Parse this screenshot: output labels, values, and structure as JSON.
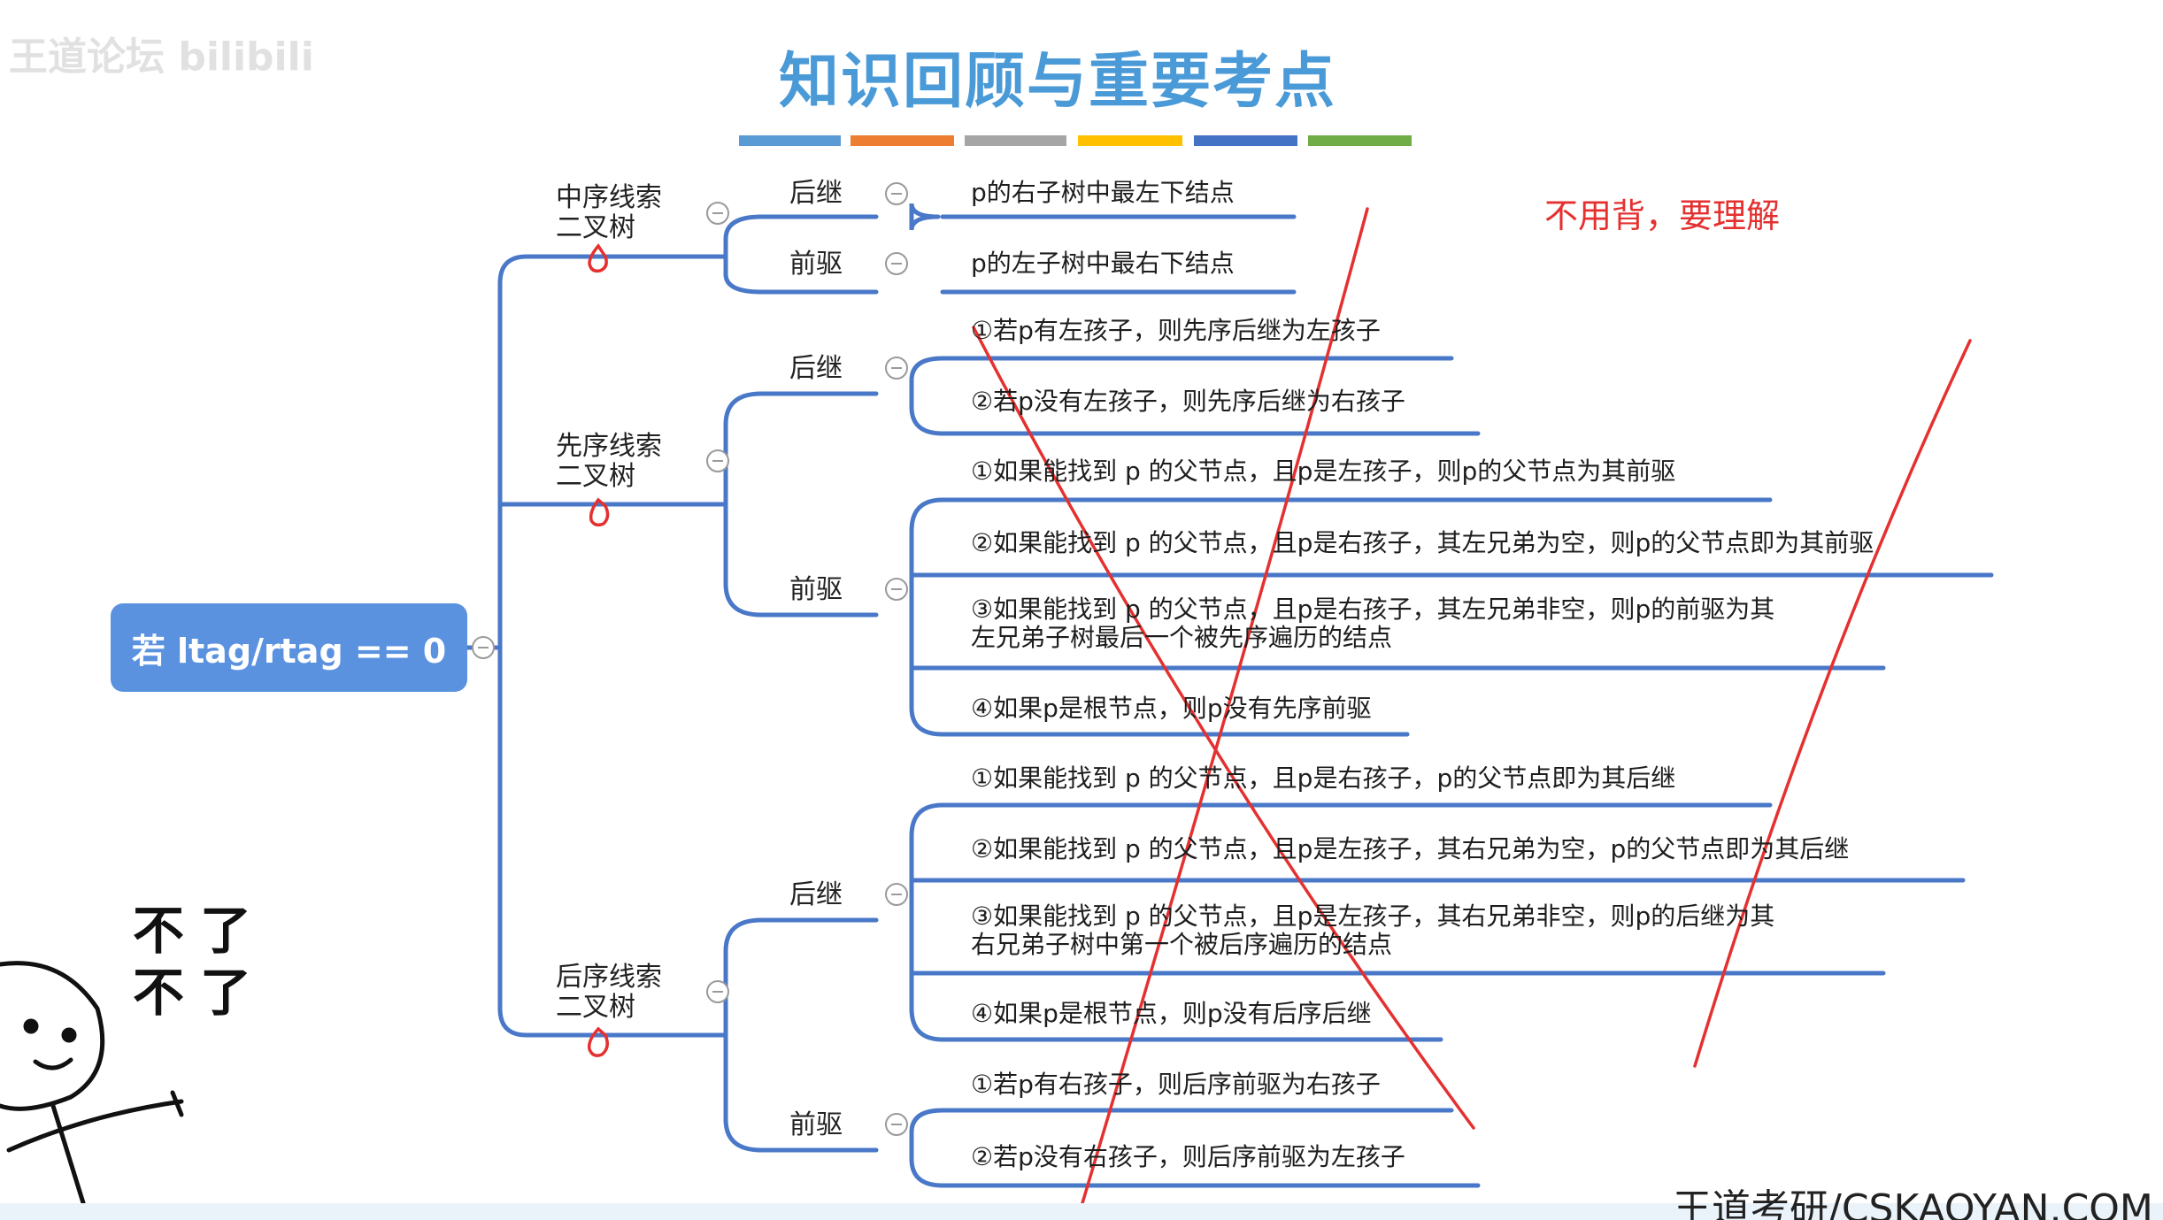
{
  "watermark": "王道论坛 bilibili",
  "title": "知识回顾与重要考点",
  "colors": {
    "title": "#4a9ad8",
    "root_bg": "#5b92e0",
    "branch_line": "#4a78c8",
    "annotation_red": "#e53030",
    "color_bar": [
      "#5b9bd5",
      "#ed7d31",
      "#a5a5a5",
      "#ffc000",
      "#4472c4",
      "#70ad47"
    ]
  },
  "root": {
    "label": "若 ltag/rtag == 0"
  },
  "annotation": {
    "note": "不用背，要理解"
  },
  "meme": {
    "line1": "不了",
    "line2": "不了"
  },
  "footer": {
    "site": "王道考研/CSKAOYAN.COM"
  },
  "branches": [
    {
      "label_line1": "中序线索",
      "label_line2": "二叉树",
      "successor": {
        "label": "后继",
        "items": [
          "p的右子树中最左下结点"
        ]
      },
      "predecessor": {
        "label": "前驱",
        "items": [
          "p的左子树中最右下结点"
        ]
      }
    },
    {
      "label_line1": "先序线索",
      "label_line2": "二叉树",
      "successor": {
        "label": "后继",
        "items": [
          "①若p有左孩子，则先序后继为左孩子",
          "②若p没有左孩子，则先序后继为右孩子"
        ]
      },
      "predecessor": {
        "label": "前驱",
        "items": [
          "①如果能找到 p 的父节点，且p是左孩子，则p的父节点为其前驱",
          "②如果能找到 p 的父节点，且p是右孩子，其左兄弟为空，则p的父节点即为其前驱",
          "③如果能找到 p 的父节点，且p是右孩子，其左兄弟非空，则p的前驱为其",
          "④如果p是根节点，则p没有先序前驱"
        ],
        "item3_line2": "左兄弟子树最后一个被先序遍历的结点"
      }
    },
    {
      "label_line1": "后序线索",
      "label_line2": "二叉树",
      "successor": {
        "label": "后继",
        "items": [
          "①如果能找到 p 的父节点，且p是右孩子，p的父节点即为其后继",
          "②如果能找到 p 的父节点，且p是左孩子，其右兄弟为空，p的父节点即为其后继",
          "③如果能找到 p 的父节点，且p是左孩子，其右兄弟非空，则p的后继为其",
          "④如果p是根节点，则p没有后序后继"
        ],
        "item3_line2": "右兄弟子树中第一个被后序遍历的结点"
      },
      "predecessor": {
        "label": "前驱",
        "items": [
          "①若p有右孩子，则后序前驱为右孩子",
          "②若p没有右孩子，则后序前驱为左孩子"
        ]
      }
    }
  ]
}
